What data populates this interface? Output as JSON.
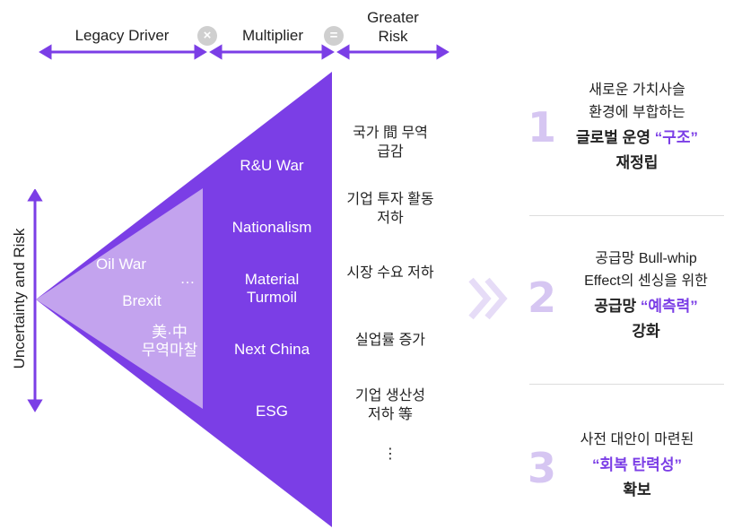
{
  "header": {
    "legacy_driver": "Legacy Driver",
    "times_symbol": "×",
    "multiplier": "Multiplier",
    "equals_symbol": "=",
    "greater_risk_line1": "Greater",
    "greater_risk_line2": "Risk"
  },
  "y_axis_label": "Uncertainty and Risk",
  "legacy_drivers": [
    "Oil War",
    "…",
    "Brexit",
    "美·中",
    "무역마찰"
  ],
  "multipliers": [
    "R&U War",
    "Nationalism",
    "Material",
    "Turmoil",
    "Next China",
    "ESG"
  ],
  "risks": {
    "r1_line1": "국가 間 무역",
    "r1_line2": "급감",
    "r2_line1": "기업 투자 활동",
    "r2_line2": "저하",
    "r3": "시장 수요 저하",
    "r4": "실업률 증가",
    "r5_line1": "기업 생산성",
    "r5_line2": "저하 等",
    "more": "⋮"
  },
  "outcomes": [
    {
      "number": "1",
      "line1": "새로운 가치사슬",
      "line2": "환경에 부합하는",
      "bold_prefix": "글로벌 운영 ",
      "accent": "“구조”",
      "bold_last": "재정립"
    },
    {
      "number": "2",
      "line1": "공급망 Bull-whip",
      "line2": "Effect의 센싱을 위한",
      "bold_prefix": "공급망 ",
      "accent": "“예측력”",
      "bold_last": "강화"
    },
    {
      "number": "3",
      "line1": "사전 대안이 마련된",
      "accent": "“회복 탄력성”",
      "bold_last": "확보"
    }
  ],
  "colors": {
    "purple_dark": "#7b3ee6",
    "purple_light": "#c3a3ee",
    "number_tint": "#d6c6f2",
    "chevron": "#e6dcf7"
  }
}
